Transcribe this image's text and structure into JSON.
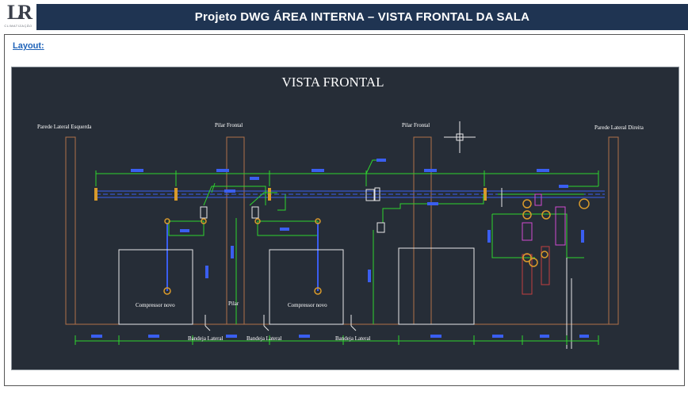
{
  "logo": {
    "mark": "LR",
    "subtitle": "CLIMATIZAÇÃO"
  },
  "header": {
    "title": "Projeto DWG ÁREA INTERNA – VISTA FRONTAL DA SALA"
  },
  "panel": {
    "label": "Layout:"
  },
  "drawing": {
    "title": "VISTA FRONTAL",
    "labels": {
      "left_wall": "Parede Lateral Esquerda",
      "right_wall": "Parede Lateral Direita",
      "pillar_front_1": "Pilar Frontal",
      "pillar_front_2": "Pilar Frontal",
      "pillar": "Pilar",
      "compressor_1": "Compressor novo",
      "compressor_2": "Compressor novo",
      "tray_1": "Bandeja Lateral",
      "tray_2": "Bandeja Lateral",
      "tray_3": "Bandeja Lateral"
    },
    "colors": {
      "background": "#262d37",
      "wall": "#b0714a",
      "green": "#2ed52e",
      "blue": "#3a5ef0",
      "white": "#e8e8e8",
      "magenta": "#d24cd2",
      "orange": "#d99a2b",
      "red": "#c24040"
    }
  }
}
